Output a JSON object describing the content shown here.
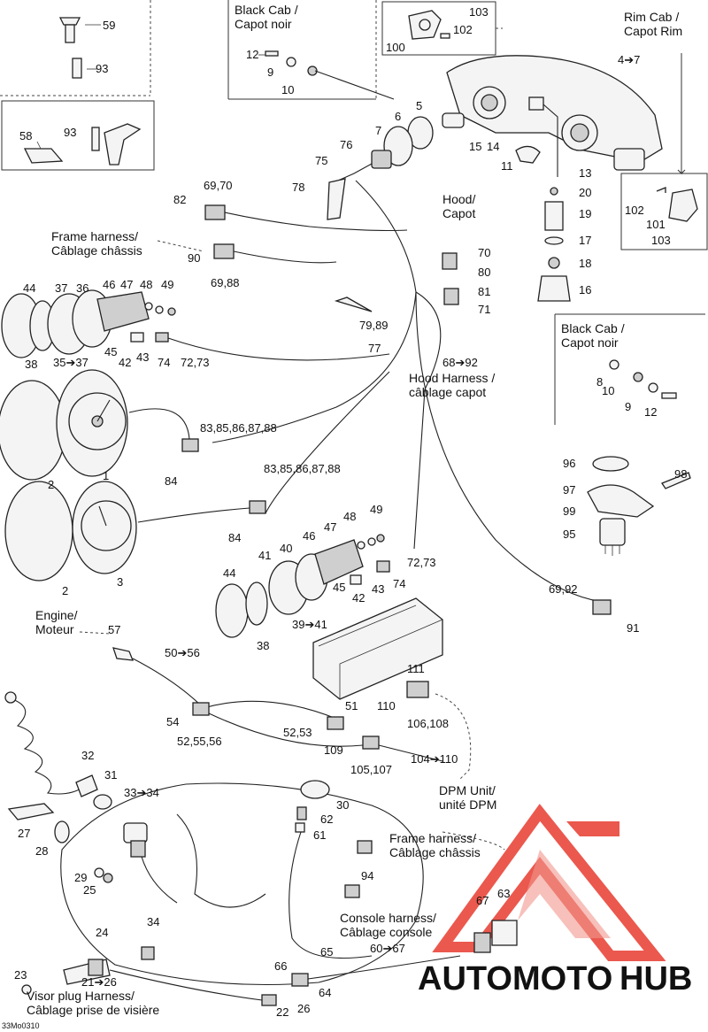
{
  "figure_code": "33Mo0310",
  "captions": {
    "black_cab_top": [
      "Black Cab /",
      "Capot noir"
    ],
    "rim_cab": [
      "Rim Cab /",
      "Capot Rim"
    ],
    "frame_harness_top": [
      "Frame harness/",
      "Câblage châssis"
    ],
    "hood": [
      "Hood/",
      "Capot"
    ],
    "black_cab_right": [
      "Black Cab /",
      "Capot noir"
    ],
    "hood_harness": [
      "Hood Harness /",
      "câblage capot"
    ],
    "engine": [
      "Engine/",
      "Moteur"
    ],
    "dpm_unit": [
      "DPM Unit/",
      "unité DPM"
    ],
    "frame_harness_bottom": [
      "Frame harness/",
      "Câblage châssis"
    ],
    "console_harness": [
      "Console harness/",
      "Câblage console"
    ],
    "visor_plug": [
      "Visor plug Harness/",
      "Câblage prise de visière"
    ]
  },
  "part_labels": {
    "p59": "59",
    "p93a": "93",
    "p58": "58",
    "p93b": "93",
    "p12a": "12",
    "p9a": "9",
    "p10a": "10",
    "p103a": "103",
    "p102a": "102",
    "p100": "100",
    "p4to7": "4➔7",
    "p5": "5",
    "p6": "6",
    "p7": "7",
    "p15": "15",
    "p14": "14",
    "p11": "11",
    "p13": "13",
    "p76": "76",
    "p75": "75",
    "p78": "78",
    "p20": "20",
    "p19": "19",
    "p17": "17",
    "p18": "18",
    "p16": "16",
    "p102b": "102",
    "p101": "101",
    "p103b": "103",
    "p82": "82",
    "p6970": "69,70",
    "p90": "90",
    "p6988": "69,88",
    "p70": "70",
    "p80": "80",
    "p81": "81",
    "p71": "71",
    "p7989": "79,89",
    "p77": "77",
    "p68to92": "68➔92",
    "p8": "8",
    "p10b": "10",
    "p9b": "9",
    "p12b": "12",
    "p44a": "44",
    "p37": "37",
    "p36": "36",
    "p46a": "46",
    "p47a": "47",
    "p48a": "48",
    "p49a": "49",
    "p38a": "38",
    "p35to37": "35➔37",
    "p45a": "45",
    "p42a": "42",
    "p43a": "43",
    "p74a": "74",
    "p7273a": "72,73",
    "p83a": "83,85,86,87,88",
    "p84a": "84",
    "p2a": "2",
    "p1": "1",
    "p83b": "83,85,86,87,88",
    "p84b": "84",
    "p2b": "2",
    "p3": "3",
    "p96": "96",
    "p98": "98",
    "p97": "97",
    "p99": "99",
    "p95": "95",
    "p48b": "48",
    "p49b": "49",
    "p47b": "47",
    "p46b": "46",
    "p41": "41",
    "p40": "40",
    "p7273b": "72,73",
    "p44b": "44",
    "p45b": "45",
    "p42b": "42",
    "p43b": "43",
    "p74b": "74",
    "p39to41": "39➔41",
    "p38b": "38",
    "p6992": "69,92",
    "p91": "91",
    "p57": "57",
    "p50to56": "50➔56",
    "p111": "111",
    "p54": "54",
    "p525556": "52,55,56",
    "p51": "51",
    "p5253": "52,53",
    "p110": "110",
    "p106108": "106,108",
    "p109": "109",
    "p105107": "105,107",
    "p104to110": "104➔110",
    "p32": "32",
    "p31": "31",
    "p33to34": "33➔34",
    "p30": "30",
    "p62": "62",
    "p61": "61",
    "p27": "27",
    "p28": "28",
    "p29": "29",
    "p25": "25",
    "p94": "94",
    "p67": "67",
    "p63": "63",
    "p24": "24",
    "p34b": "34",
    "p65": "65",
    "p60to67": "60➔67",
    "p66": "66",
    "p64": "64",
    "p23": "23",
    "p21to26": "21➔26",
    "p22": "22",
    "p26": "26"
  },
  "watermark": {
    "part1": "AUTOMOTO",
    "part2": "HUB",
    "color_red": "#e63a2e",
    "color_grey": "#8a8a8a"
  }
}
